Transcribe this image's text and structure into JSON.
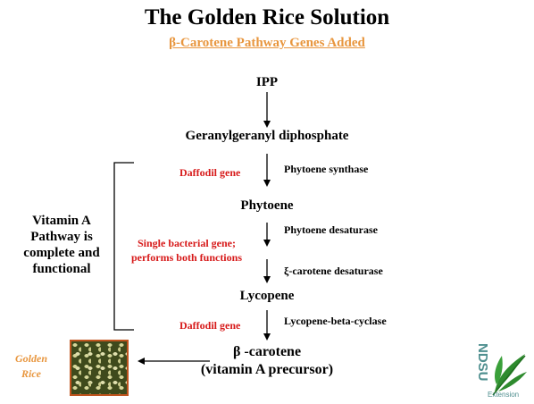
{
  "title": "The Golden Rice Solution",
  "subtitle": "β-Carotene Pathway Genes Added",
  "nodes": {
    "ipp": "IPP",
    "ggpp": "Geranylgeranyl diphosphate",
    "phytoene": "Phytoene",
    "lycopene": "Lycopene",
    "beta_carotene_symbol": "β",
    "beta_carotene": " -carotene",
    "beta_carotene_sub": "(vitamin A precursor)"
  },
  "enzymes": {
    "phytoene_synthase": "Phytoene synthase",
    "phytoene_desaturase": "Phytoene desaturase",
    "xi_carotene_desaturase": "ξ-carotene desaturase",
    "lycopene_beta_cyclase": "Lycopene-beta-cyclase"
  },
  "gene_sources": {
    "daffodil_1": "Daffodil gene",
    "bacterial": "Single bacterial gene; performs both functions",
    "daffodil_2": "Daffodil gene"
  },
  "bracket_label": "Vitamin A Pathway is complete and functional",
  "golden_rice_label": "Golden Rice",
  "logo": {
    "text": "NDSU",
    "subtext": "Extension",
    "color": "#4f8f8f",
    "leaf_color": "#2e8b2e"
  },
  "colors": {
    "accent_orange": "#e8963e",
    "gene_red": "#d71a1a"
  }
}
